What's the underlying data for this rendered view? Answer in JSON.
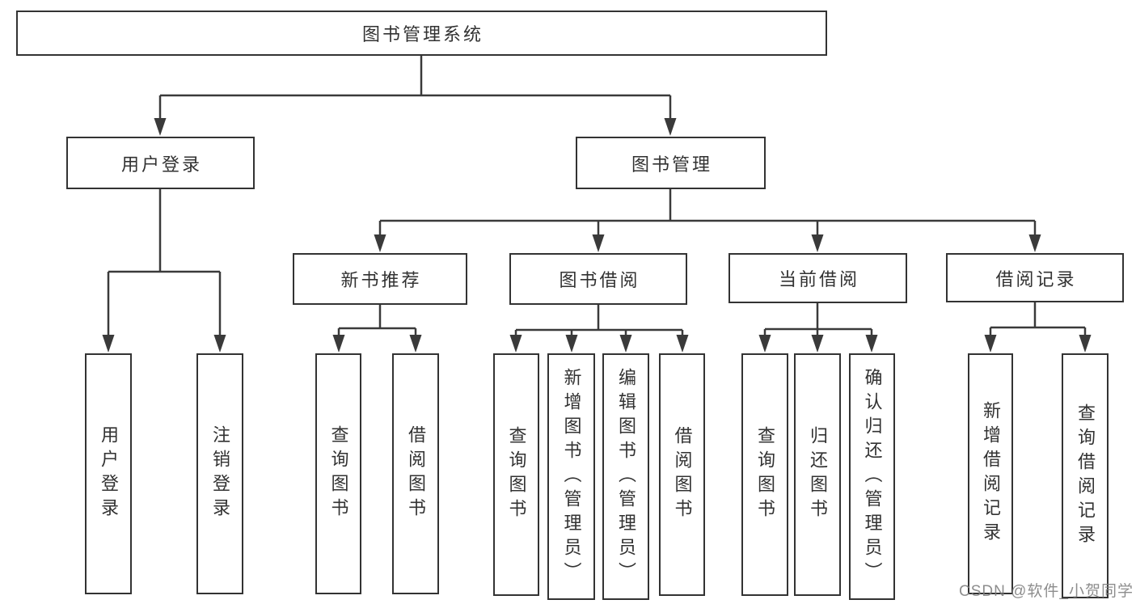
{
  "colors": {
    "background": "#ffffff",
    "box_border": "#333333",
    "line": "#3a3a3a",
    "text": "#323232",
    "watermark": "#7d7d7d"
  },
  "watermark": {
    "text": "CSDN @软件_小贺同学"
  },
  "tree": {
    "label": "图书管理系统",
    "children": [
      {
        "label": "用户登录",
        "children": [
          {
            "label": "用户登录"
          },
          {
            "label": "注销登录"
          }
        ]
      },
      {
        "label": "图书管理",
        "children": [
          {
            "label": "新书推荐",
            "children": [
              {
                "label": "查询图书"
              },
              {
                "label": "借阅图书"
              }
            ]
          },
          {
            "label": "图书借阅",
            "children": [
              {
                "label": "查询图书"
              },
              {
                "label": "新增图书（管理员）"
              },
              {
                "label": "编辑图书（管理员）"
              },
              {
                "label": "借阅图书"
              }
            ]
          },
          {
            "label": "当前借阅",
            "children": [
              {
                "label": "查询图书"
              },
              {
                "label": "归还图书"
              },
              {
                "label": "确认归还（管理员）"
              }
            ]
          },
          {
            "label": "借阅记录",
            "children": [
              {
                "label": "新增借阅记录"
              },
              {
                "label": "查询借阅记录"
              }
            ]
          }
        ]
      }
    ]
  }
}
